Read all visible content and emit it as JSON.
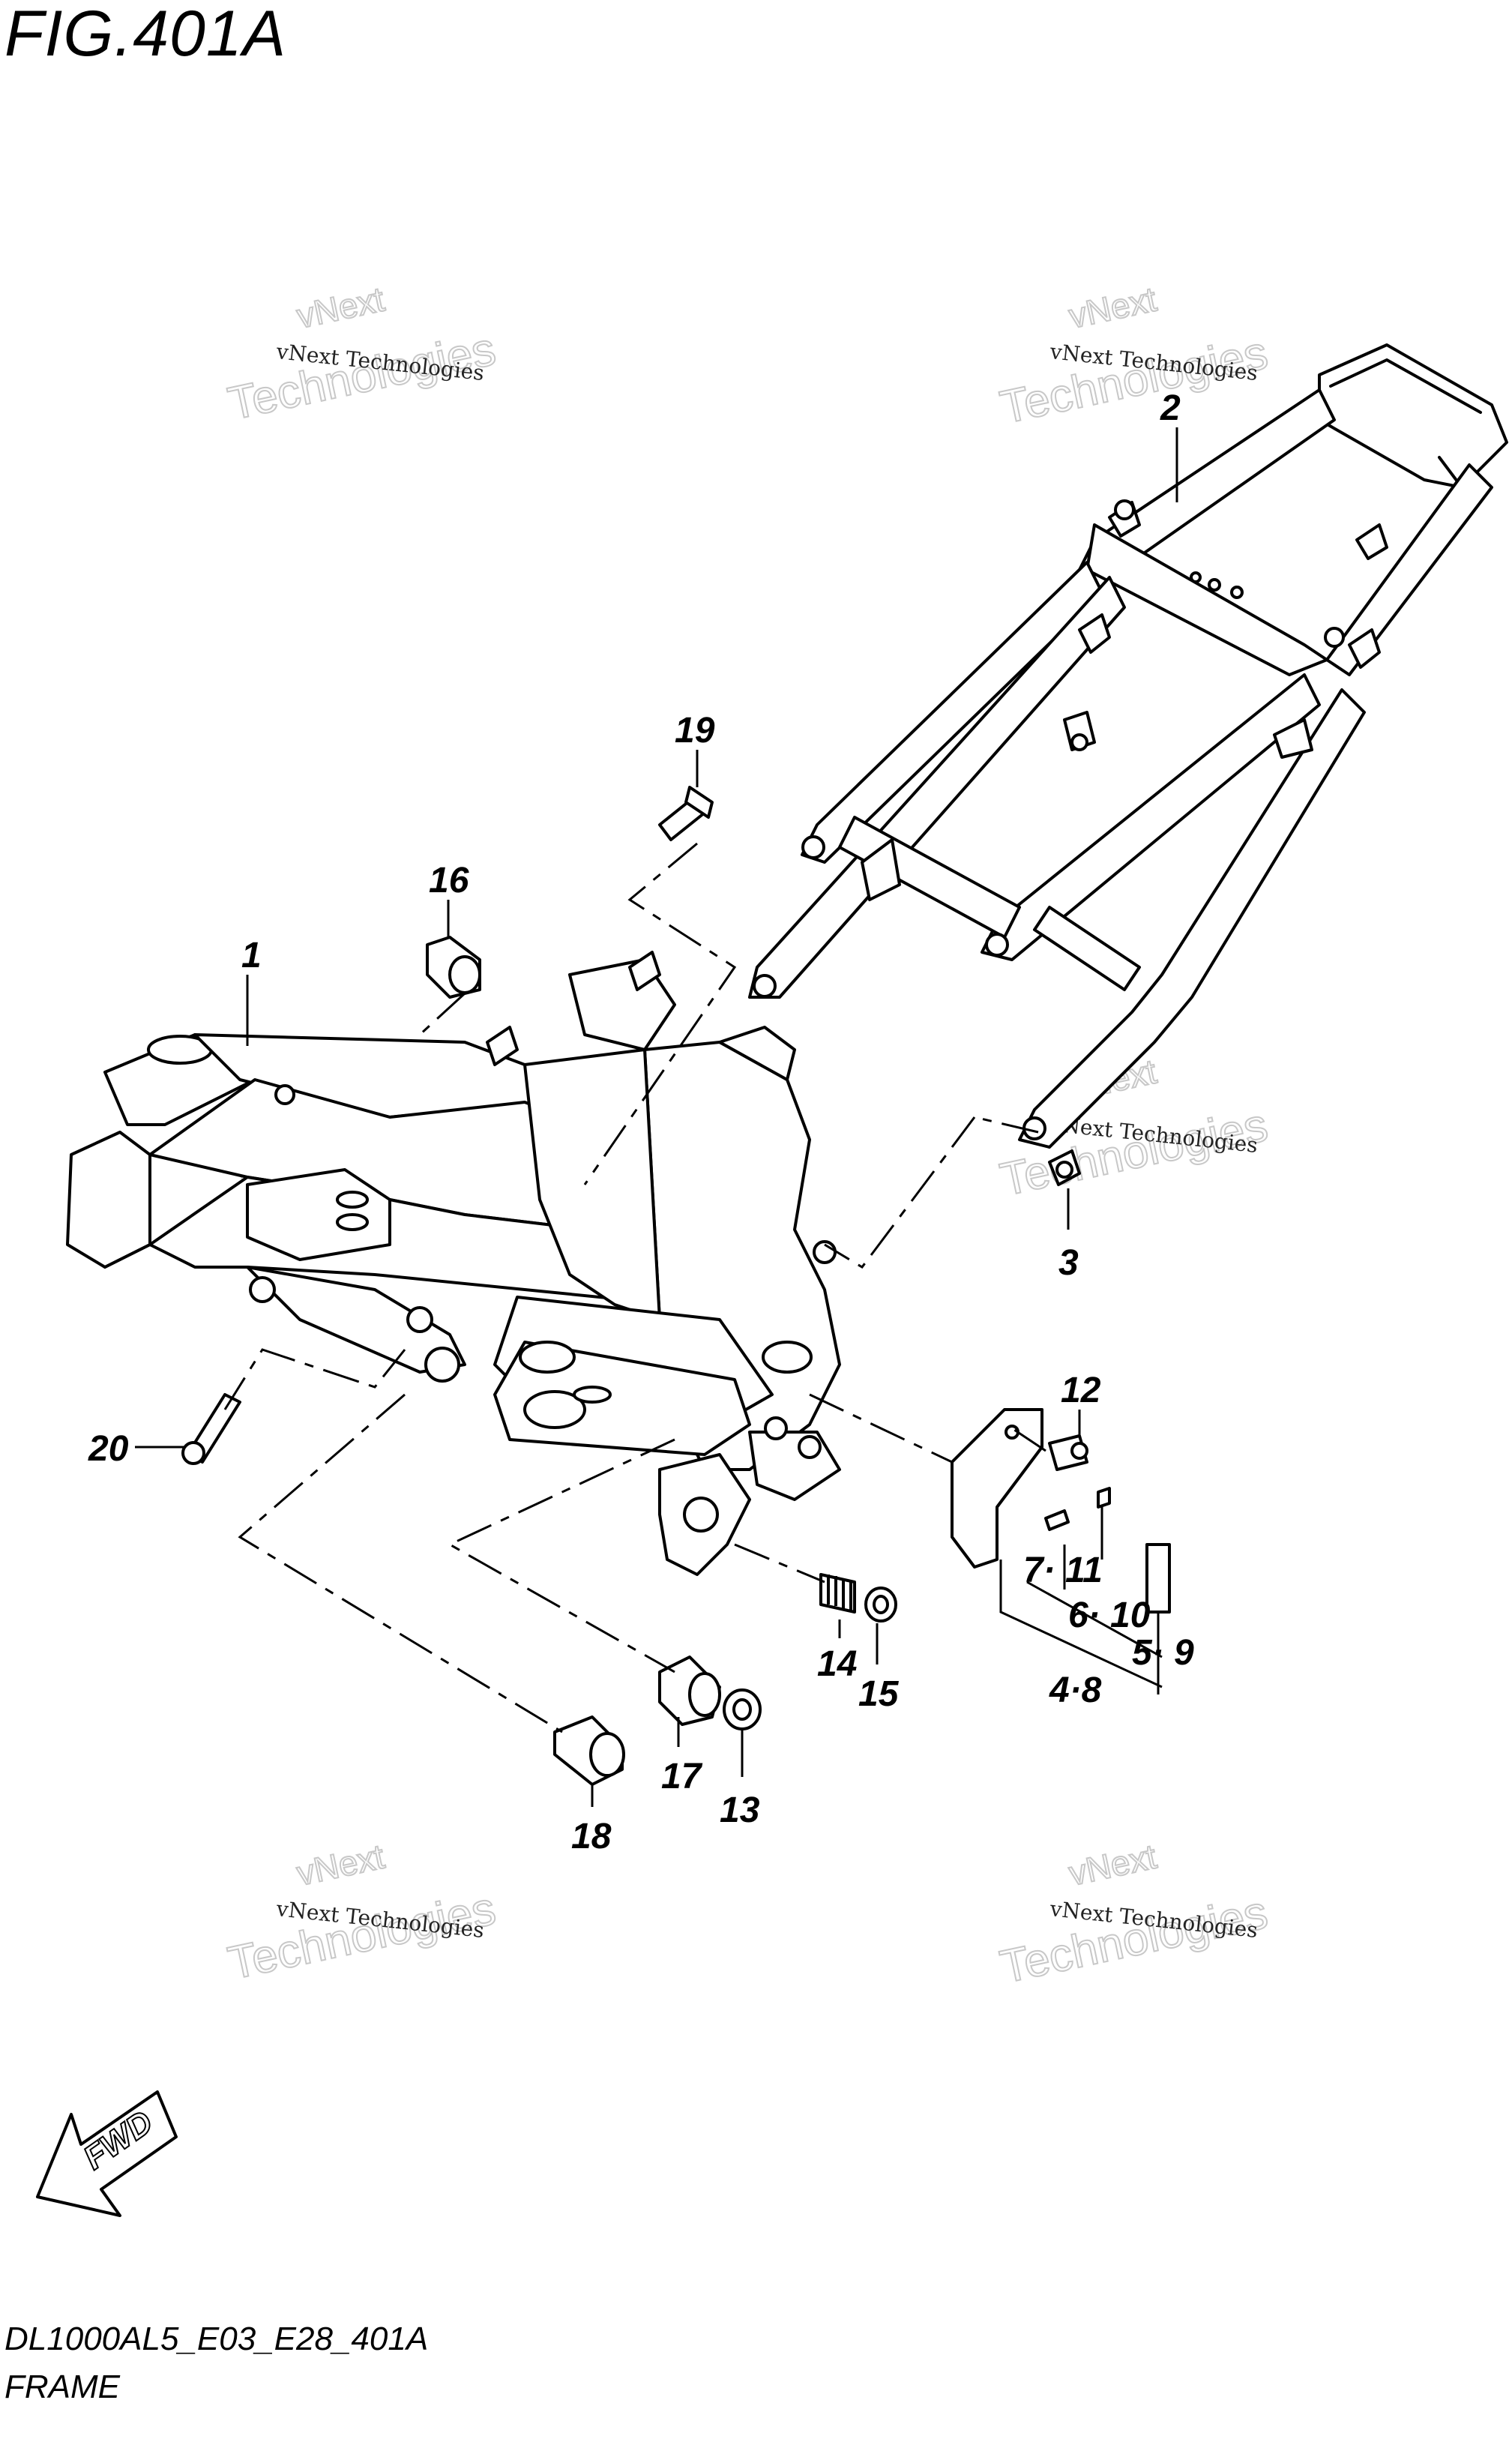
{
  "figure": {
    "title": "FIG.401A",
    "code": "DL1000AL5_E03_E28_401A",
    "name": "FRAME"
  },
  "callouts": [
    {
      "id": "c1",
      "label": "1"
    },
    {
      "id": "c2",
      "label": "2"
    },
    {
      "id": "c3",
      "label": "3"
    },
    {
      "id": "c48",
      "label": "4·8"
    },
    {
      "id": "c59",
      "label": "5· 9"
    },
    {
      "id": "c610",
      "label": "6· 10"
    },
    {
      "id": "c711",
      "label": "7· 11"
    },
    {
      "id": "c12",
      "label": "12"
    },
    {
      "id": "c13",
      "label": "13"
    },
    {
      "id": "c14",
      "label": "14"
    },
    {
      "id": "c15",
      "label": "15"
    },
    {
      "id": "c16",
      "label": "16"
    },
    {
      "id": "c17",
      "label": "17"
    },
    {
      "id": "c18",
      "label": "18"
    },
    {
      "id": "c19",
      "label": "19"
    },
    {
      "id": "c20",
      "label": "20"
    }
  ],
  "watermark": {
    "line_small": "vNext Technologies",
    "line_top": "vNext",
    "line_big": "Technologies"
  },
  "fwd_label": "FWD"
}
